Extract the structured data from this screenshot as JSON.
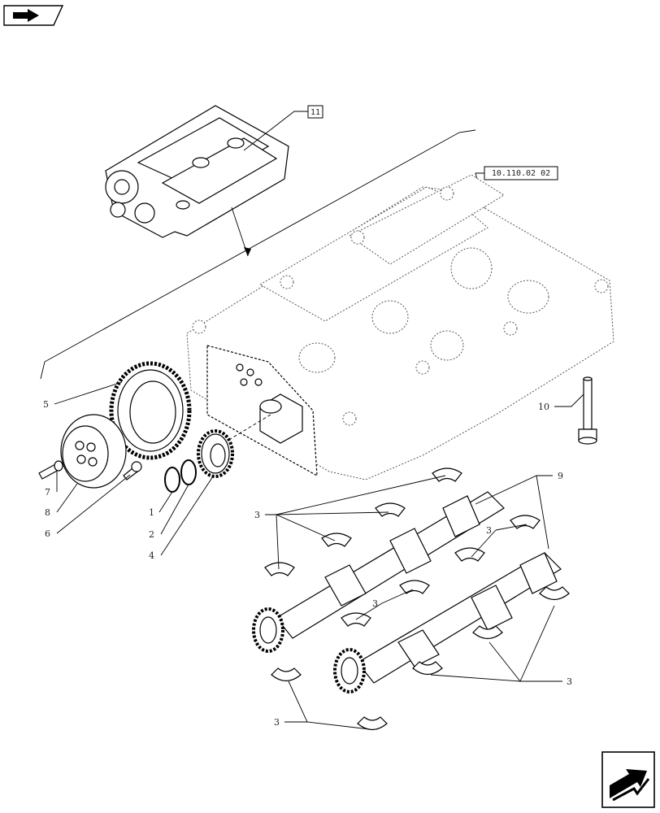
{
  "navigation": {
    "previous_icon": "page-back-icon",
    "next_icon": "page-forward-icon"
  },
  "references": {
    "assembly_ref": "11",
    "group_ref": "10.110.02 02"
  },
  "callouts": {
    "c1": "1",
    "c2": "2",
    "c3": "3",
    "c4": "4",
    "c5": "5",
    "c6": "6",
    "c7": "7",
    "c8": "8",
    "c9": "9",
    "c10": "10"
  }
}
